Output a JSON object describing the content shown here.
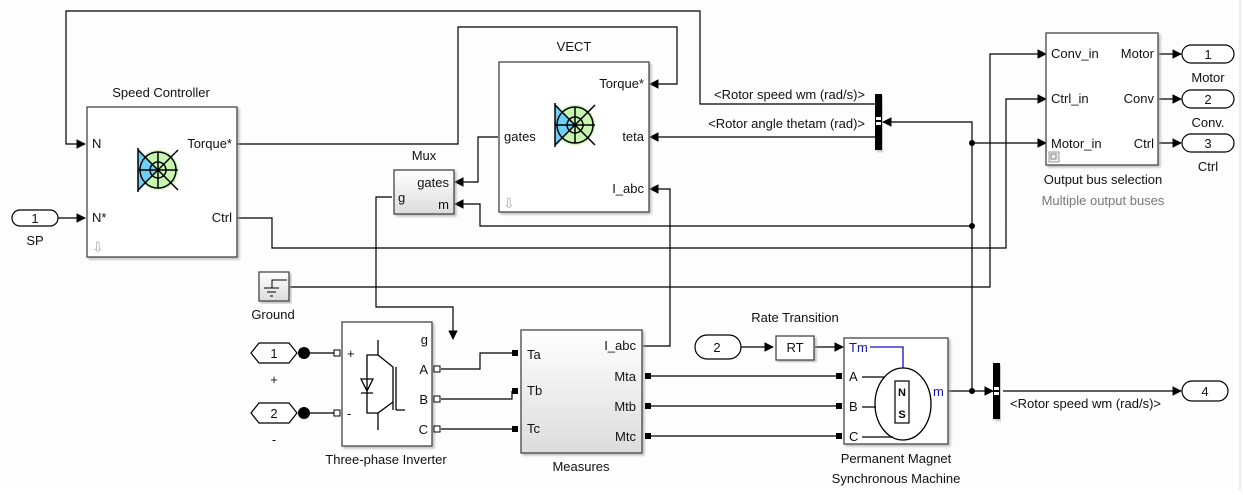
{
  "blocks": {
    "speed_controller": {
      "title": "Speed Controller",
      "in_ports": [
        "N",
        "N*"
      ],
      "out_ports": [
        "Torque*",
        "Ctrl"
      ]
    },
    "vect": {
      "title": "VECT",
      "in_ports": [
        "Torque*",
        "teta",
        "I_abc"
      ],
      "out_ports": [
        "gates"
      ]
    },
    "mux": {
      "title": "Mux",
      "ports": [
        "gates",
        "m",
        "g"
      ]
    },
    "ground": {
      "title": "Ground"
    },
    "inverter": {
      "title": "Three-phase Inverter",
      "ports": [
        "g",
        "A",
        "B",
        "C",
        "+",
        "-"
      ]
    },
    "measures": {
      "title": "Measures",
      "in_ports": [
        "Ta",
        "Tb",
        "Tc"
      ],
      "out_ports": [
        "I_abc",
        "Mta",
        "Mtb",
        "Mtc"
      ]
    },
    "rate_transition": {
      "title": "Rate Transition",
      "label": "RT"
    },
    "pmsm": {
      "title_line1": "Permanent Magnet",
      "title_line2": "Synchronous Machine",
      "ports": [
        "Tm",
        "A",
        "B",
        "C",
        "m"
      ],
      "magnet_n": "N",
      "magnet_s": "S"
    },
    "output_bus": {
      "title": "Output bus selection",
      "subtitle": "Multiple output buses",
      "in_ports": [
        "Conv_in",
        "Ctrl_in",
        "Motor_in"
      ],
      "out_ports": [
        "Motor",
        "Conv",
        "Ctrl"
      ]
    }
  },
  "inports": [
    {
      "number": "1",
      "label": "SP"
    },
    {
      "number": "2",
      "label": ""
    }
  ],
  "conn_ports": [
    {
      "number": "1",
      "label": "+"
    },
    {
      "number": "2",
      "label": "-"
    }
  ],
  "outports": [
    {
      "number": "1",
      "label": "Motor"
    },
    {
      "number": "2",
      "label": "Conv."
    },
    {
      "number": "3",
      "label": "Ctrl"
    },
    {
      "number": "4",
      "label": ""
    }
  ],
  "signals": {
    "rotor_speed": "<Rotor speed wm (rad/s)>",
    "rotor_angle": "<Rotor angle thetam (rad)>",
    "rotor_speed_out": "<Rotor speed wm (rad/s)>"
  },
  "colors": {
    "physical_signal": "#1010c0",
    "icon_green": "#c8f5b0",
    "icon_blue": "#6fd0f5"
  }
}
